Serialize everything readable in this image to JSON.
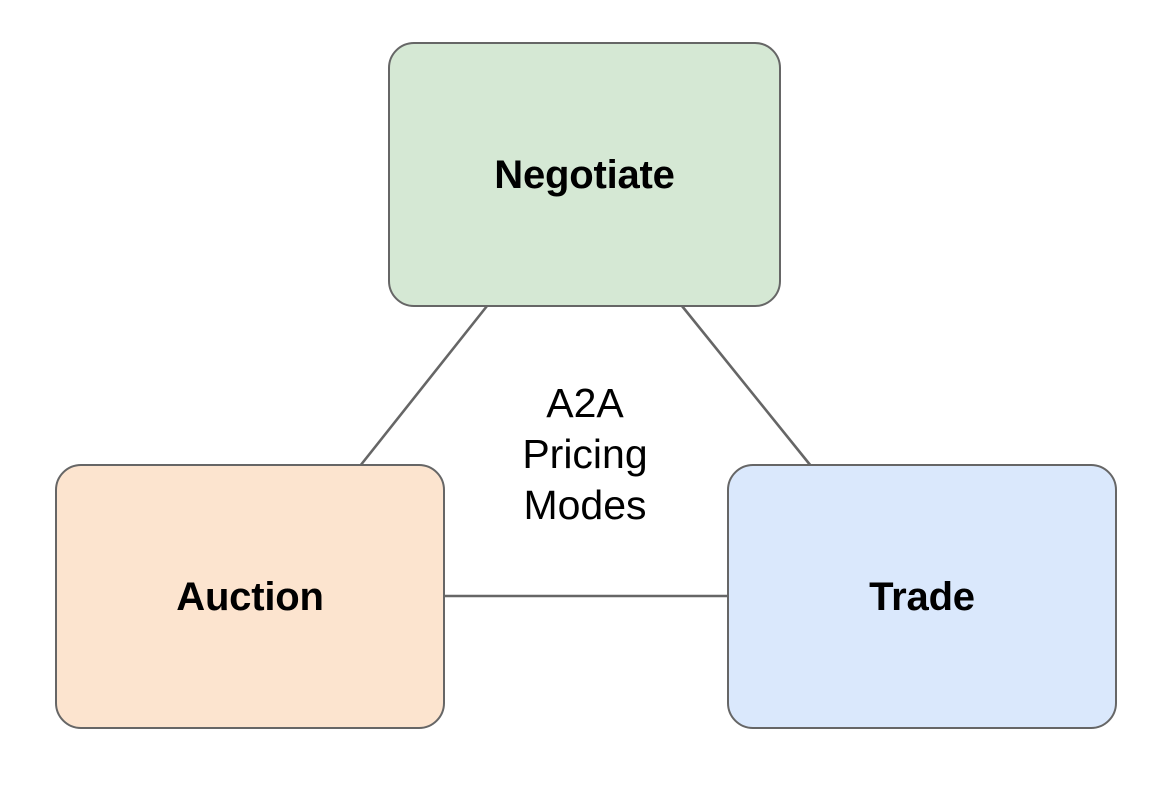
{
  "diagram": {
    "title": "A2A Pricing Modes",
    "center_caption": "A2A\nPricing\nModes",
    "background_color": "#ffffff",
    "edge_color": "#666666",
    "nodes": [
      {
        "id": "negotiate",
        "label": "Negotiate",
        "fill_color": "#d5e8d4",
        "stroke_color": "#666666",
        "text_color": "#000000"
      },
      {
        "id": "auction",
        "label": "Auction",
        "fill_color": "#fce4cf",
        "stroke_color": "#666666",
        "text_color": "#000000"
      },
      {
        "id": "trade",
        "label": "Trade",
        "fill_color": "#dae8fc",
        "stroke_color": "#666666",
        "text_color": "#000000"
      }
    ],
    "edges": [
      {
        "id": "negotiate-auction",
        "from": "Negotiate",
        "to": "Auction"
      },
      {
        "id": "negotiate-trade",
        "from": "Negotiate",
        "to": "Trade"
      },
      {
        "id": "auction-trade",
        "from": "Auction",
        "to": "Trade"
      }
    ]
  }
}
